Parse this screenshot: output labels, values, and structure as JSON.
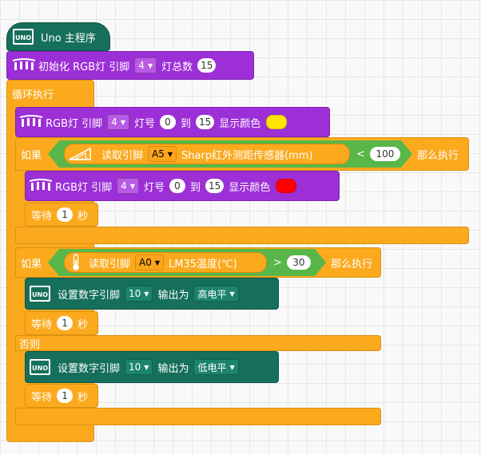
{
  "colors": {
    "workspace": "#f9f9f9",
    "grid": "#e6e6e6",
    "purple": "#9c2fd6",
    "green": "#156f5b",
    "orange": "#fbaa1e",
    "compare": "#58b748",
    "yellow_led": "#ffe600",
    "red_led": "#ff0000"
  },
  "main": {
    "title": "Uno 主程序",
    "icon": "uno-board-icon"
  },
  "init": {
    "label": "初始化 RGB灯 引脚",
    "pin": "4",
    "count_label": "灯总数",
    "count": "15",
    "icon": "led-strip-icon"
  },
  "loop": {
    "label": "循环执行"
  },
  "rgb1": {
    "label": "RGB灯 引脚",
    "pin": "4",
    "num_label": "灯号",
    "from": "0",
    "to_label": "到",
    "to": "15",
    "show_label": "显示颜色",
    "color": "#ffe600"
  },
  "if1": {
    "if_label": "如果",
    "read_label": "读取引脚",
    "pin": "A5",
    "sensor": "Sharp红外测距传感器(mm)",
    "op": "<",
    "value": "100",
    "then_label": "那么执行"
  },
  "rgb2": {
    "label": "RGB灯 引脚",
    "pin": "4",
    "num_label": "灯号",
    "from": "0",
    "to_label": "到",
    "to": "15",
    "show_label": "显示颜色",
    "color": "#ff0000"
  },
  "wait1": {
    "label": "等待",
    "value": "1",
    "unit": "秒"
  },
  "if2": {
    "if_label": "如果",
    "read_label": "读取引脚",
    "pin": "A0",
    "sensor": "LM35温度(℃)",
    "op": ">",
    "value": "30",
    "then_label": "那么执行",
    "else_label": "否则"
  },
  "digital1": {
    "label": "设置数字引脚",
    "pin": "10",
    "out_label": "输出为",
    "level": "高电平"
  },
  "wait2": {
    "label": "等待",
    "value": "1",
    "unit": "秒"
  },
  "digital2": {
    "label": "设置数字引脚",
    "pin": "10",
    "out_label": "输出为",
    "level": "低电平"
  },
  "wait3": {
    "label": "等待",
    "value": "1",
    "unit": "秒"
  }
}
